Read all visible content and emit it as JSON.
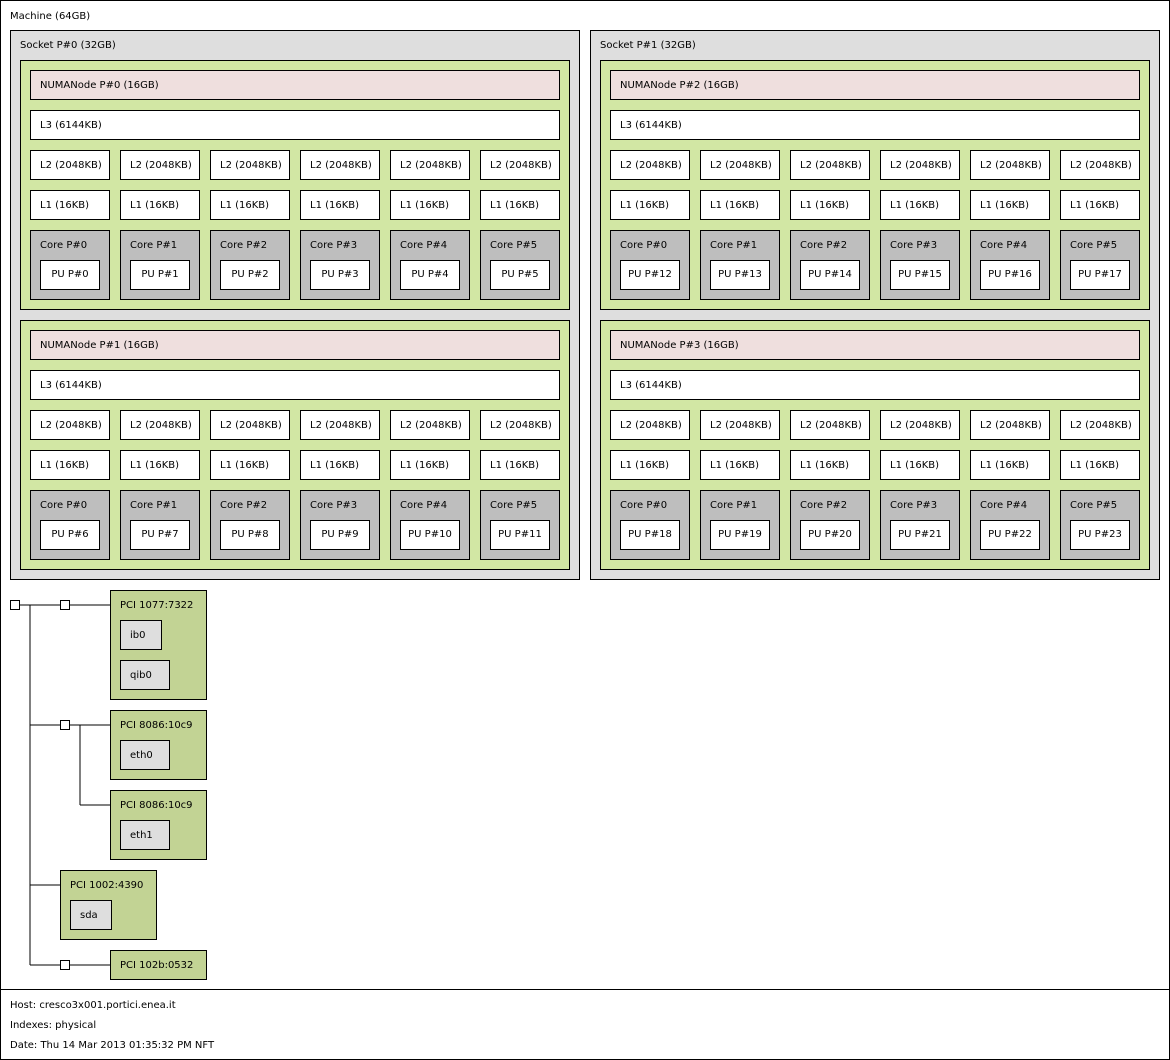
{
  "machine": {
    "label": "Machine (64GB)"
  },
  "sockets": [
    {
      "label": "Socket P#0 (32GB)",
      "numa": [
        {
          "label": "NUMANode P#0 (16GB)",
          "l3": "L3 (6144KB)",
          "l2": [
            "L2 (2048KB)",
            "L2 (2048KB)",
            "L2 (2048KB)",
            "L2 (2048KB)",
            "L2 (2048KB)",
            "L2 (2048KB)"
          ],
          "l1": [
            "L1 (16KB)",
            "L1 (16KB)",
            "L1 (16KB)",
            "L1 (16KB)",
            "L1 (16KB)",
            "L1 (16KB)"
          ],
          "cores": [
            "Core P#0",
            "Core P#1",
            "Core P#2",
            "Core P#3",
            "Core P#4",
            "Core P#5"
          ],
          "pus": [
            "PU P#0",
            "PU P#1",
            "PU P#2",
            "PU P#3",
            "PU P#4",
            "PU P#5"
          ]
        },
        {
          "label": "NUMANode P#1 (16GB)",
          "l3": "L3 (6144KB)",
          "l2": [
            "L2 (2048KB)",
            "L2 (2048KB)",
            "L2 (2048KB)",
            "L2 (2048KB)",
            "L2 (2048KB)",
            "L2 (2048KB)"
          ],
          "l1": [
            "L1 (16KB)",
            "L1 (16KB)",
            "L1 (16KB)",
            "L1 (16KB)",
            "L1 (16KB)",
            "L1 (16KB)"
          ],
          "cores": [
            "Core P#0",
            "Core P#1",
            "Core P#2",
            "Core P#3",
            "Core P#4",
            "Core P#5"
          ],
          "pus": [
            "PU P#6",
            "PU P#7",
            "PU P#8",
            "PU P#9",
            "PU P#10",
            "PU P#11"
          ]
        }
      ]
    },
    {
      "label": "Socket P#1 (32GB)",
      "numa": [
        {
          "label": "NUMANode P#2 (16GB)",
          "l3": "L3 (6144KB)",
          "l2": [
            "L2 (2048KB)",
            "L2 (2048KB)",
            "L2 (2048KB)",
            "L2 (2048KB)",
            "L2 (2048KB)",
            "L2 (2048KB)"
          ],
          "l1": [
            "L1 (16KB)",
            "L1 (16KB)",
            "L1 (16KB)",
            "L1 (16KB)",
            "L1 (16KB)",
            "L1 (16KB)"
          ],
          "cores": [
            "Core P#0",
            "Core P#1",
            "Core P#2",
            "Core P#3",
            "Core P#4",
            "Core P#5"
          ],
          "pus": [
            "PU P#12",
            "PU P#13",
            "PU P#14",
            "PU P#15",
            "PU P#16",
            "PU P#17"
          ]
        },
        {
          "label": "NUMANode P#3 (16GB)",
          "l3": "L3 (6144KB)",
          "l2": [
            "L2 (2048KB)",
            "L2 (2048KB)",
            "L2 (2048KB)",
            "L2 (2048KB)",
            "L2 (2048KB)",
            "L2 (2048KB)"
          ],
          "l1": [
            "L1 (16KB)",
            "L1 (16KB)",
            "L1 (16KB)",
            "L1 (16KB)",
            "L1 (16KB)",
            "L1 (16KB)"
          ],
          "cores": [
            "Core P#0",
            "Core P#1",
            "Core P#2",
            "Core P#3",
            "Core P#4",
            "Core P#5"
          ],
          "pus": [
            "PU P#18",
            "PU P#19",
            "PU P#20",
            "PU P#21",
            "PU P#22",
            "PU P#23"
          ]
        }
      ]
    }
  ],
  "pci": [
    {
      "label": "PCI 1077:7322",
      "devices": [
        "ib0",
        "qib0"
      ]
    },
    {
      "label": "PCI 8086:10c9",
      "devices": [
        "eth0"
      ]
    },
    {
      "label": "PCI 8086:10c9",
      "devices": [
        "eth1"
      ]
    },
    {
      "label": "PCI 1002:4390",
      "devices": [
        "sda"
      ]
    },
    {
      "label": "PCI 102b:0532",
      "devices": []
    }
  ],
  "footer": {
    "host": "Host: cresco3x001.portici.enea.it",
    "indexes": "Indexes: physical",
    "date": "Date: Thu 14 Mar 2013 01:35:32 PM NFT"
  },
  "colors": {
    "socket": "#dedede",
    "numa_group": "#d2e7a4",
    "numa_bar": "#efdfde",
    "core": "#bebebe",
    "pci": "#c2d394",
    "osdev": "#dedede"
  }
}
